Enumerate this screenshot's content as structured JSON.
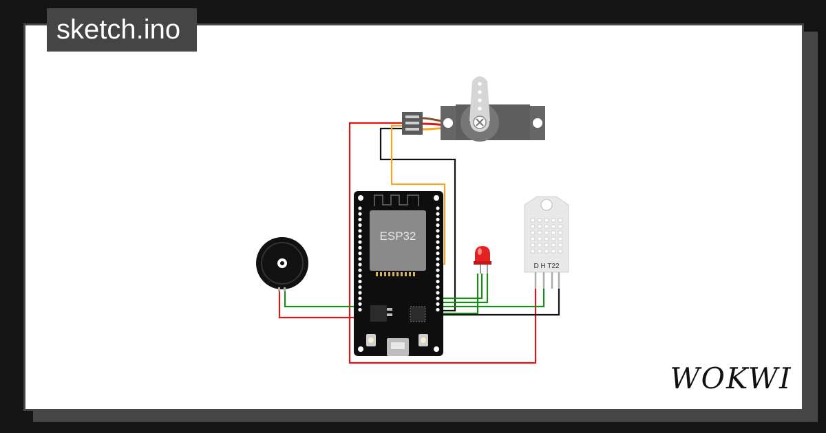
{
  "file_tag": {
    "label": "sketch.ino"
  },
  "board": {
    "chip_label": "ESP32"
  },
  "sensor": {
    "label": "D H T22"
  },
  "brand": {
    "logo_text": "WOKWI"
  },
  "colors": {
    "background": "#141414",
    "frame": "#454545",
    "canvas": "#ffffff",
    "wire_red": "#e01414",
    "wire_black": "#111111",
    "wire_green": "#1a8a1a",
    "wire_orange": "#f5a623",
    "led_red": "#e52222"
  }
}
